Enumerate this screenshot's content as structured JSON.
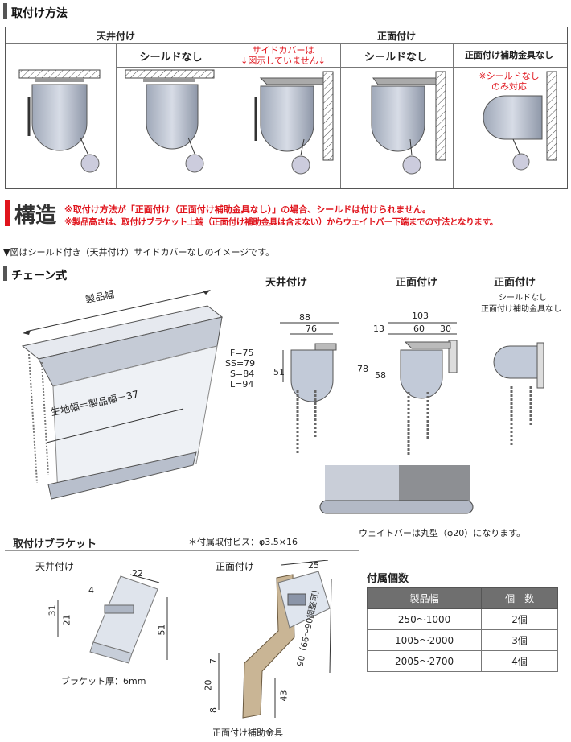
{
  "mount_section": {
    "title": "取付け方法",
    "ceiling_header": "天井付け",
    "front_header": "正面付け",
    "no_shield_1": "シールドなし",
    "side_cover_note_1": "サイドカバーは",
    "side_cover_note_2": "↓図示していません↓",
    "no_shield_2": "シールドなし",
    "front_no_bracket": "正面付け補助金具なし",
    "shield_only_1": "※シールドなし",
    "shield_only_2": "のみ対応"
  },
  "structure": {
    "title": "構造",
    "note_1": "※取付け方法が「正面付け（正面付け補助金具なし）」の場合、シールドは付けられません。",
    "note_2": "※製品高さは、取付けブラケット上端（正面付け補助金具は含まない）からウェイトバー下端までの寸法となります。",
    "caption": "▼図はシールド付き（天井付け）サイドカバーなしのイメージです。"
  },
  "chain": {
    "title": "チェーン式",
    "product_width": "製品幅",
    "fabric_width": "生地幅＝製品幅－37",
    "ceiling": "天井付け",
    "front": "正面付け",
    "front2": "正面付け",
    "front2_note_1": "シールドなし",
    "front2_note_2": "正面付け補助金具なし",
    "dim_88": "88",
    "dim_76": "76",
    "dim_F": "F=75",
    "dim_SS": "SS=79",
    "dim_S": "S=84",
    "dim_L": "L=94",
    "dim_51": "51",
    "dim_103": "103",
    "dim_13": "13",
    "dim_60": "60",
    "dim_30": "30",
    "dim_78": "78",
    "dim_58": "58",
    "weight_note": "ウェイトバーは丸型（φ20）になります。"
  },
  "bracket": {
    "title": "取付けブラケット",
    "screw_note": "＊付属取付ビス：φ3.5×16",
    "ceiling": "天井付け",
    "front": "正面付け",
    "d22": "22",
    "d4": "4",
    "d31": "31",
    "d21": "21",
    "d51": "51",
    "thickness": "ブラケット厚：6mm",
    "d25": "25",
    "d90": "90（66〜90調整可）",
    "d7": "7",
    "d20": "20",
    "d8": "8",
    "d43": "43",
    "aux_label": "正面付け補助金具"
  },
  "quantity": {
    "title": "付属個数",
    "headers": [
      "製品幅",
      "個　数"
    ],
    "rows": [
      [
        "250～1000",
        "2個"
      ],
      [
        "1005～2000",
        "3個"
      ],
      [
        "2005～2700",
        "4個"
      ]
    ]
  }
}
